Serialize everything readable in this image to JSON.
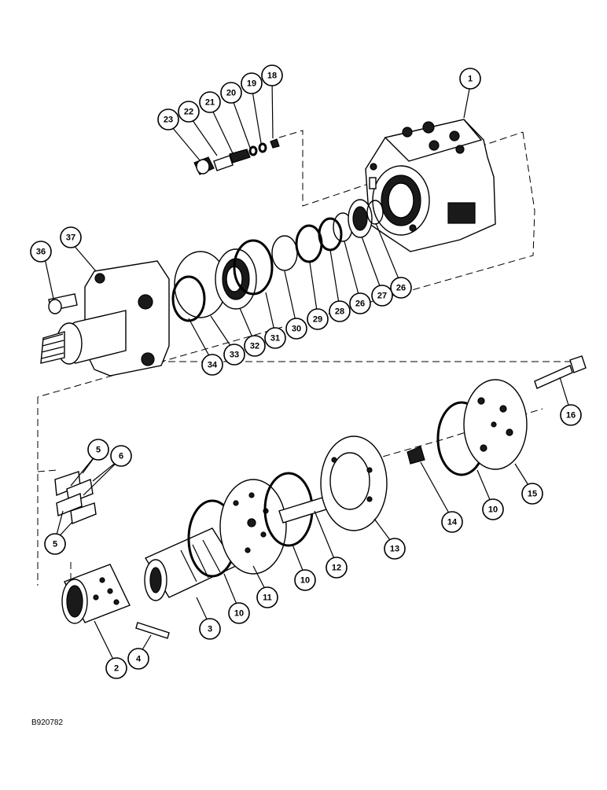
{
  "drawing_id": "B920782",
  "callouts": [
    "1",
    "2",
    "3",
    "4",
    "5",
    "5",
    "6",
    "10",
    "10",
    "10",
    "11",
    "12",
    "13",
    "14",
    "15",
    "16",
    "18",
    "19",
    "20",
    "21",
    "22",
    "23",
    "26",
    "26",
    "27",
    "28",
    "29",
    "30",
    "31",
    "32",
    "33",
    "34",
    "36",
    "37"
  ]
}
